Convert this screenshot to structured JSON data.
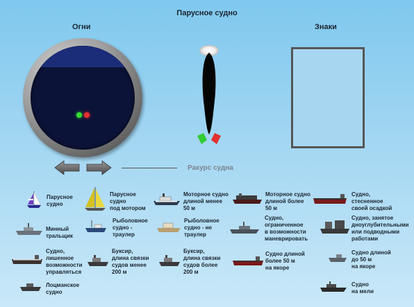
{
  "title": "Парусное судно",
  "lights_header": "Огни",
  "signs_header": "Знаки",
  "aspect_label": "Ракурс судна",
  "legend": [
    {
      "label": "Парусное\nсудно",
      "icon": "sailboat-icon"
    },
    {
      "label": "Парусное\nсудно\nпод мотором",
      "icon": "sailboat-motor-icon"
    },
    {
      "label": "Моторное судно\nдлиной менее\n50 м",
      "icon": "motor-vessel-small-icon"
    },
    {
      "label": "Моторное судно\nдлиной более\n50 м",
      "icon": "motor-vessel-large-icon"
    },
    {
      "label": "Судно,\nстесненное\nсвоей осадкой",
      "icon": "draught-constrained-icon"
    },
    {
      "label": "Минный\nтральщик",
      "icon": "minesweeper-icon"
    },
    {
      "label": "Рыболовное\nсудно -\nтраулер",
      "icon": "trawler-icon"
    },
    {
      "label": "Рыболовное\nсудно - не\nтраулер",
      "icon": "fishing-non-trawler-icon"
    },
    {
      "label": "Судно,\nограниченное\nв возможности\nманеврировать",
      "icon": "restricted-maneuver-icon"
    },
    {
      "label": "Судно, занятое\nдноуглубительными\nили подводными\nработами",
      "icon": "dredger-icon"
    },
    {
      "label": "Судно,\nлишенное\nвозможности\nуправляться",
      "icon": "not-under-command-icon"
    },
    {
      "label": "Буксир,\nдлина связки\nсудов менее\n200 м",
      "icon": "tug-short-tow-icon"
    },
    {
      "label": "Буксир,\nдлина связки\nсудов более\n200 м",
      "icon": "tug-long-tow-icon"
    },
    {
      "label": "Судно длиной\nболее 50 м\nна якоре",
      "icon": "anchored-large-icon"
    },
    {
      "label": "Судно длиной\nдо 50 м\nна якоре",
      "icon": "anchored-small-icon"
    },
    {
      "label": "Лоцманское\nсудно",
      "icon": "pilot-vessel-icon"
    },
    {
      "label": "Судно\nна мели",
      "icon": "aground-icon"
    }
  ],
  "colors": {
    "port_light": "#33dd33",
    "starboard_light": "#e83030",
    "masthead_light": "#ffffff"
  }
}
